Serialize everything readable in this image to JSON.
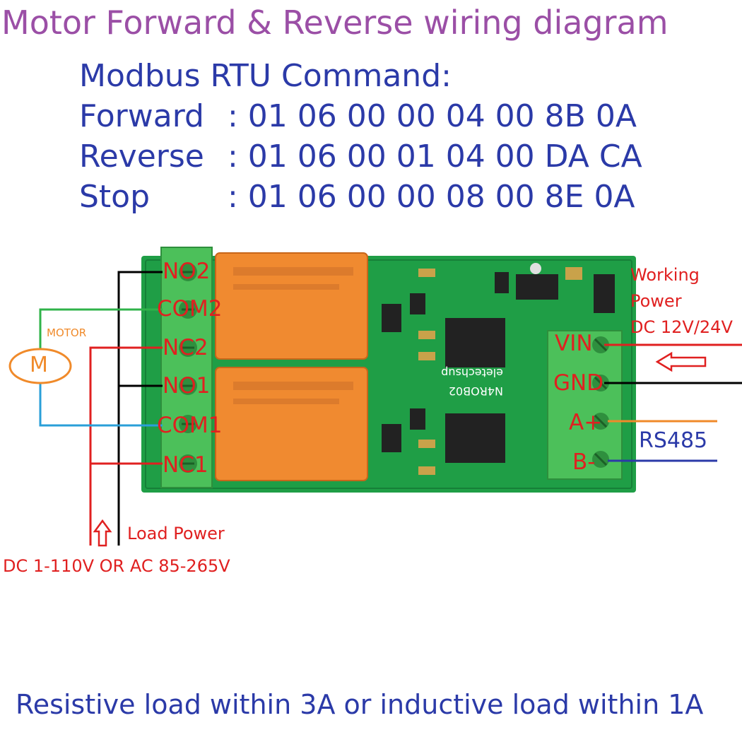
{
  "title": "Motor Forward & Reverse wiring diagram",
  "commands": {
    "header": "Modbus RTU Command:",
    "rows": [
      {
        "label": "Forward",
        "bytes": ": 01 06 00 00 04 00 8B 0A"
      },
      {
        "label": "Reverse",
        "bytes": ": 01 06 00 01 04 00 DA CA"
      },
      {
        "label": "Stop",
        "bytes": ": 01 06 00 00 08 00 8E 0A"
      }
    ]
  },
  "relay_terminals": [
    "NO2",
    "COM2",
    "NC2",
    "NO1",
    "COM1",
    "NC1"
  ],
  "power_terminals": [
    "VIN",
    "GND",
    "A+",
    "B-"
  ],
  "motor": {
    "label": "MOTOR",
    "symbol": "M"
  },
  "working_power": {
    "line1": "Working",
    "line2": "Power",
    "line3": "DC 12V/24V"
  },
  "rs485_label": "RS485",
  "load_power": {
    "label": "Load Power",
    "range": "DC 1-110V OR AC 85-265V"
  },
  "board": {
    "brand": "eletechsup",
    "model": "N4ROB02"
  },
  "footer_note": "Resistive load within 3A or inductive load within 1A",
  "colors": {
    "title": "#9b4fa6",
    "text_blue": "#2b3aa8",
    "wire_red": "#e02020",
    "wire_black": "#000000",
    "wire_green": "#2fb34a",
    "wire_cyan": "#2a9fd8",
    "wire_orange": "#f08a2a",
    "wire_blue": "#2b3aa8",
    "pcb_green": "#1f9e46",
    "relay_orange": "#f08a30",
    "terminal_green": "#4cc05a"
  }
}
